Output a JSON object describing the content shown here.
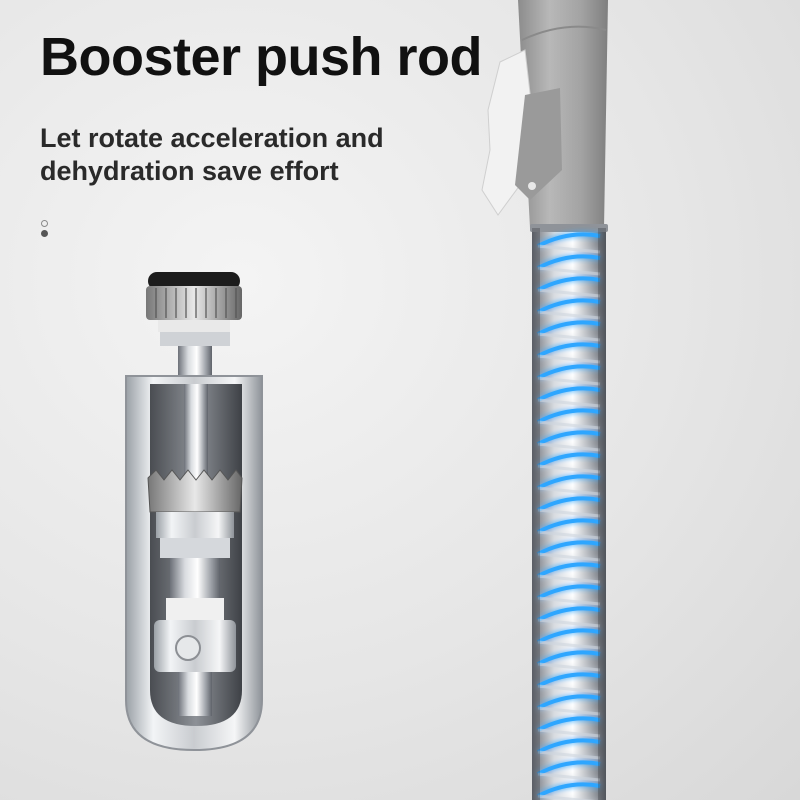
{
  "headline": "Booster push rod",
  "subheadline": "Let rotate acceleration and dehydration save effort",
  "carousel": {
    "slide_count": 2,
    "active_slide": 2
  },
  "colors": {
    "spring_glow": "#2fa6ff",
    "rod_metal": "#b9bcc0",
    "handle_gray": "#9b9b9b",
    "clip_white": "#f2f2f2",
    "text_dark": "#111111"
  },
  "icons": [
    "cutaway-cylinder-illustration",
    "spring-rod-illustration",
    "carousel-dots"
  ]
}
